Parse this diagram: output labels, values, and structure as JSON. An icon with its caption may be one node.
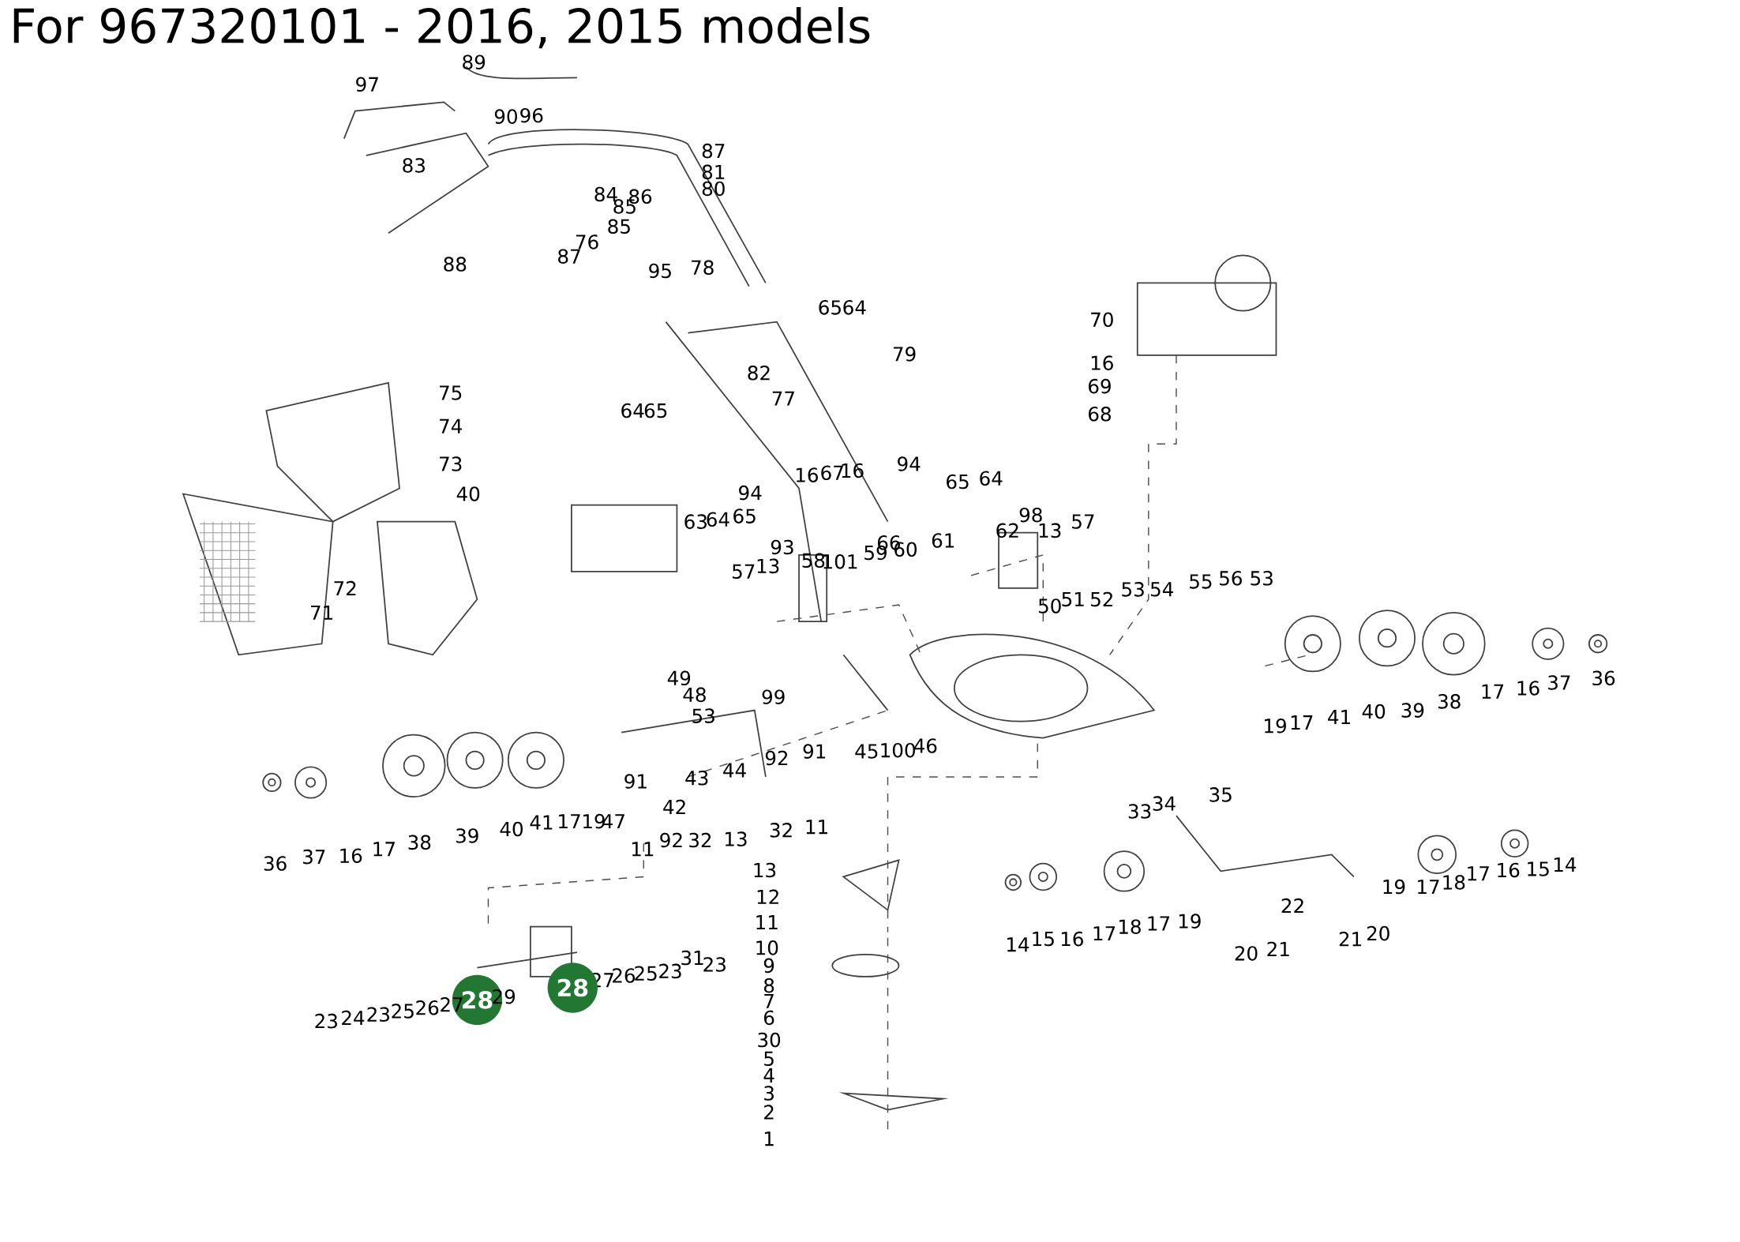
{
  "diagram": {
    "title": "For 967320101 - 2016, 2015 models",
    "labels": [
      "97",
      "89",
      "90",
      "96",
      "87",
      "83",
      "81",
      "86",
      "80",
      "84",
      "85",
      "85",
      "76",
      "87",
      "95",
      "88",
      "78",
      "65",
      "64",
      "70",
      "82",
      "79",
      "16",
      "75",
      "77",
      "69",
      "64",
      "65",
      "68",
      "74",
      "73",
      "94",
      "16",
      "16",
      "67",
      "65",
      "64",
      "94",
      "40",
      "63",
      "64",
      "65",
      "98",
      "13",
      "62",
      "57",
      "66",
      "93",
      "61",
      "58",
      "59",
      "60",
      "101",
      "13",
      "57",
      "50",
      "51",
      "52",
      "53",
      "54",
      "55",
      "56",
      "53",
      "72",
      "71",
      "49",
      "48",
      "53",
      "99",
      "36",
      "37",
      "16",
      "17",
      "38",
      "39",
      "40",
      "41",
      "17",
      "19",
      "45",
      "100",
      "46",
      "44",
      "43",
      "92",
      "91",
      "17",
      "19",
      "47",
      "41",
      "40",
      "91",
      "35",
      "34",
      "33",
      "42",
      "92",
      "32",
      "13",
      "32",
      "11",
      "39",
      "38",
      "17",
      "16",
      "37",
      "36",
      "11",
      "14",
      "15",
      "16",
      "17",
      "18",
      "17",
      "19",
      "13",
      "12",
      "11",
      "22",
      "10",
      "9",
      "14",
      "15",
      "16",
      "17",
      "18",
      "17",
      "19",
      "21",
      "20",
      "21",
      "20",
      "8",
      "27",
      "26",
      "25",
      "23",
      "31",
      "23",
      "28",
      "29",
      "28",
      "27",
      "26",
      "25",
      "23",
      "24",
      "23",
      "7",
      "6",
      "30",
      "5",
      "4",
      "3",
      "2",
      "1"
    ]
  }
}
